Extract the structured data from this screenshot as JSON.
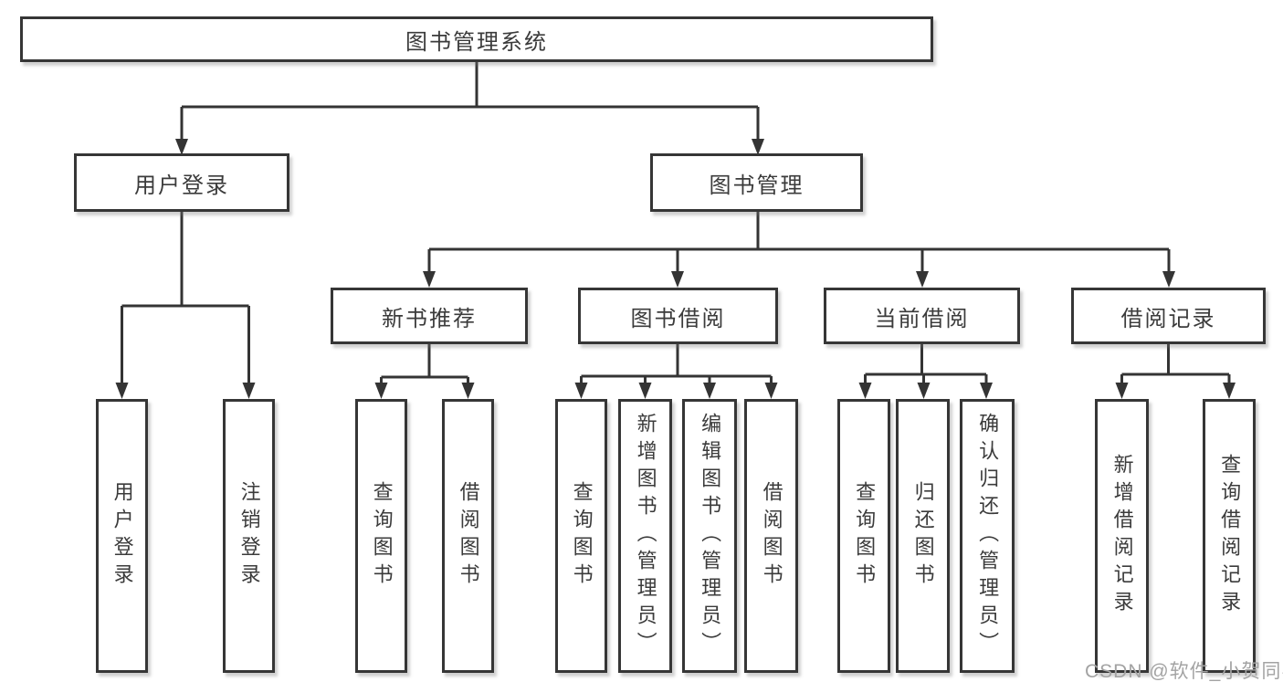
{
  "diagram": {
    "root": {
      "label": "图书管理系统"
    },
    "level2": [
      {
        "label": "用户登录"
      },
      {
        "label": "图书管理"
      }
    ],
    "level3": [
      {
        "label": "新书推荐"
      },
      {
        "label": "图书借阅"
      },
      {
        "label": "当前借阅"
      },
      {
        "label": "借阅记录"
      }
    ],
    "leaves": {
      "user": [
        "用户登录",
        "注销登录"
      ],
      "newbook": [
        "查询图书",
        "借阅图书"
      ],
      "bookborrow": [
        "查询图书",
        "新增图书（管理员）",
        "编辑图书（管理员）",
        "借阅图书"
      ],
      "current": [
        "查询图书",
        "归还图书",
        "确认归还（管理员）"
      ],
      "records": [
        "新增借阅记录",
        "查询借阅记录"
      ]
    },
    "watermark": "CSDN @软件_小贺同学",
    "colors": {
      "line": "#343434",
      "box_border": "#363636",
      "box_fill": "#ffffff",
      "text": "#3b3b3b",
      "watermark": "#a3a3a3"
    }
  }
}
